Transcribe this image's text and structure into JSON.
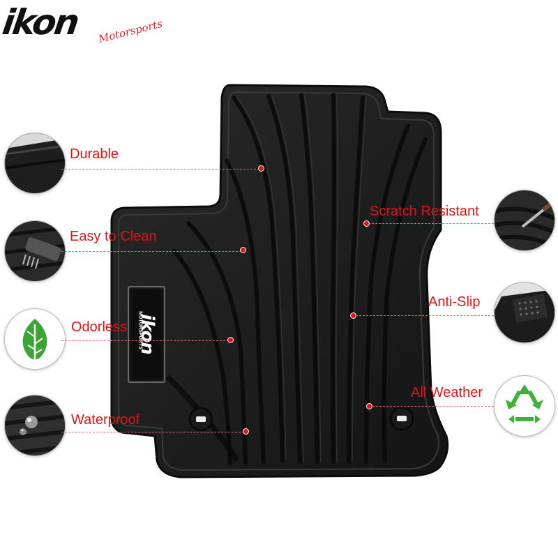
{
  "brand": {
    "logo_text": "ikon",
    "logo_script": "Motorsports"
  },
  "badge": {
    "line1": "ikon",
    "line2": "MOTORSPORTS"
  },
  "features": [
    {
      "label": "Durable",
      "icon": "mat-edge-icon"
    },
    {
      "label": "Easy to Clean",
      "icon": "brush-icon"
    },
    {
      "label": "Odorless",
      "icon": "leaf-icon"
    },
    {
      "label": "Waterproof",
      "icon": "water-drops-icon"
    },
    {
      "label": "Scratch Resistant",
      "icon": "scratch-tool-icon"
    },
    {
      "label": "Anti-Slip",
      "icon": "nibs-backing-icon"
    },
    {
      "label": "All Weather",
      "icon": "recycle-arrows-icon"
    }
  ],
  "colors": {
    "accent": "#e01515",
    "mat": "#1c1c1c",
    "leaf": "#3aa534",
    "recycle": "#41b03a"
  }
}
